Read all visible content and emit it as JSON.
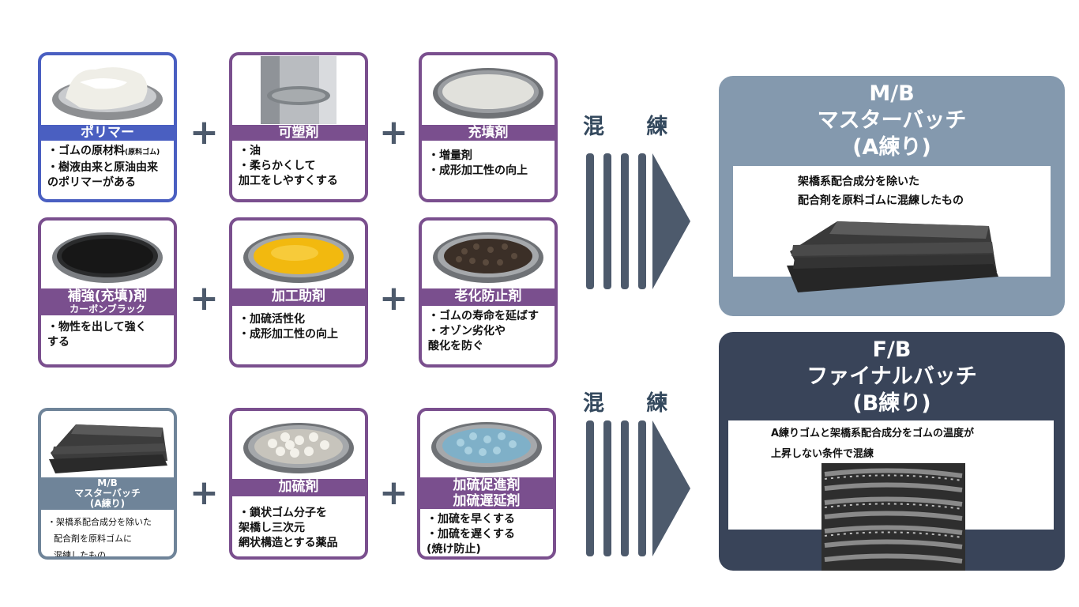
{
  "row1": [
    {
      "title": "ポリマー",
      "bullets": [
        "・ゴムの原材料",
        "・樹液由来と原油由来\nのポリマーがある"
      ],
      "note": "(原料ゴム)",
      "image": "white-rubber-dish"
    },
    {
      "title": "可塑剤",
      "bullets": [
        "・油",
        "・柔らかくして\n加工をしやすくする"
      ],
      "image": "oil-metal-cup"
    },
    {
      "title": "充填剤",
      "bullets": [
        "・増量剤",
        "・成形加工性の向上"
      ],
      "image": "white-powder-dish"
    }
  ],
  "row2": [
    {
      "title": "補強(充填)剤",
      "subtitle": "カーボンブラック",
      "bullets": [
        "・物性を出して強く\nする"
      ],
      "image": "carbon-black-dish"
    },
    {
      "title": "加工助剤",
      "bullets": [
        "・加硫活性化",
        "・成形加工性の向上"
      ],
      "image": "yellow-powder-dish"
    },
    {
      "title": "老化防止剤",
      "bullets": [
        "・ゴムの寿命を延ばす",
        "・オゾン劣化や\n酸化を防ぐ"
      ],
      "image": "brown-pellets-dish"
    }
  ],
  "row3": [
    {
      "title": "M/B",
      "title2": "マスターバッチ",
      "title3": "(A練り)",
      "bullets": [
        "・架橋系配合成分を除いた",
        "配合剤を原料ゴムに",
        "混練したもの"
      ],
      "image": "rubber-sheets"
    },
    {
      "title": "加硫剤",
      "bullets": [
        "・鎖状ゴム分子を\n架橋し三次元\n網状構造とする薬品"
      ],
      "image": "white-pellets-dish"
    },
    {
      "title": "加硫促進剤",
      "title2": "加硫遅延剤",
      "bullets": [
        "・加硫を早くする",
        "・加硫を遅くする\n(焼け防止)"
      ],
      "image": "blue-pellets-dish"
    }
  ],
  "plus": "+",
  "mix_label": "混 練",
  "results": [
    {
      "title": "M/B\nマスターバッチ\n(A練り)",
      "desc": "架橋系配合成分を除いた\n配合剤を原料ゴムに混練したもの",
      "color": "#8499ae",
      "image": "rubber-sheets"
    },
    {
      "title": "F/B\nファイナルバッチ\n(B練り)",
      "desc": "A練りゴムと架橋系配合成分をゴムの温度が\n上昇しない条件で混練",
      "color": "#394459",
      "image": "mottled-rubber-strips"
    }
  ],
  "colors": {
    "purple": "#7a4f8e",
    "blue": "#4a5fc1",
    "gray": "#6f8499",
    "arrow": "#4d5a6c"
  }
}
